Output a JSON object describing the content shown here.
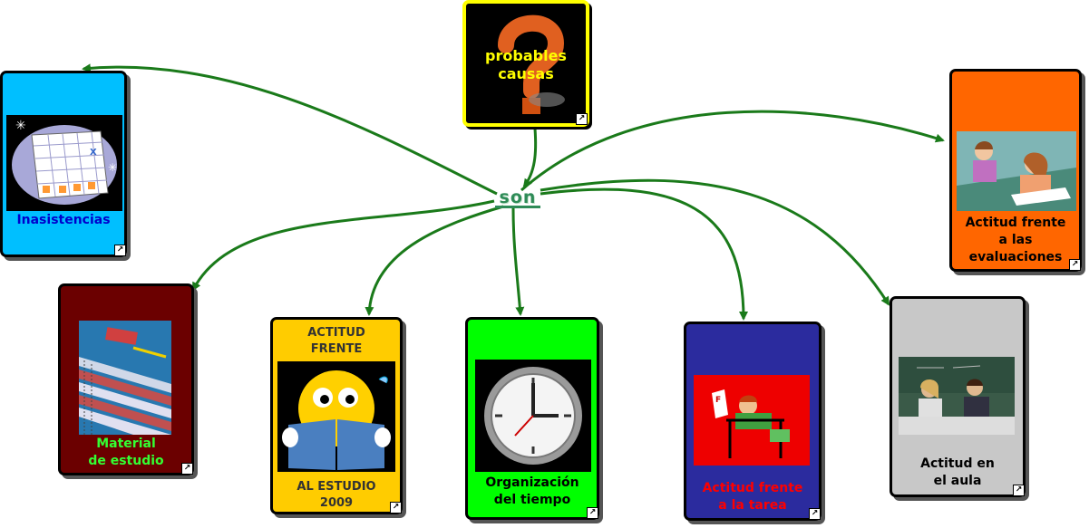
{
  "connector": "son",
  "nodes": {
    "causas": {
      "label_line1": "probables",
      "label_line2": "causas",
      "bg": "#000000",
      "border": "#ffff00",
      "text_color": "#ffff00"
    },
    "inasistencias": {
      "label": "Inasistencias",
      "bg": "#00bfff",
      "text_color": "#0000cc"
    },
    "evaluaciones": {
      "label_line1": "Actitud frente",
      "label_line2": "a las",
      "label_line3": "evaluaciones",
      "bg": "#ff6600",
      "text_color": "#000000"
    },
    "material": {
      "label_line1": "Material",
      "label_line2": "de estudio",
      "bg": "#6b0000",
      "text_color": "#33ff33"
    },
    "estudio": {
      "label_top1": "ACTITUD",
      "label_top2": "FRENTE",
      "label_bot1": "AL ESTUDIO",
      "label_bot2": "2009",
      "bg": "#ffcc00",
      "text_color": "#333333"
    },
    "tiempo": {
      "label_line1": "Organización",
      "label_line2": "del tiempo",
      "bg": "#00ff00",
      "text_color": "#000000"
    },
    "tarea": {
      "label_line1": "Actitud frente",
      "label_line2": "a la tarea",
      "bg": "#2b2b9e",
      "text_color": "#ff0000"
    },
    "aula": {
      "label_line1": "Actitud en",
      "label_line2": "el aula",
      "bg": "#c8c8c8",
      "text_color": "#000000"
    }
  },
  "link_glyph": "↗",
  "arrow_color": "#1a7a1a"
}
